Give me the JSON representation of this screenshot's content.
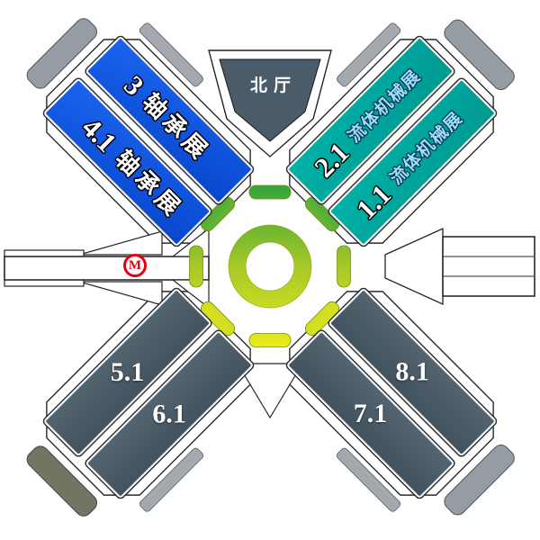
{
  "colors": {
    "bearing_hall_blue": "#0d55e2",
    "fluid_hall_teal": "#00a79d",
    "standard_hall_slate": "#48596a",
    "north_hall_slate": "#4a5c6a",
    "plaza_green": "#2da23c",
    "plaza_yellow": "#efef1b",
    "metro_red": "#e60013",
    "canopy_gray": "#a3a9af",
    "canopy_olive": "#717563"
  },
  "north_hall": {
    "label": "北厅"
  },
  "metro_station": {
    "label": "M"
  },
  "quadrants": {
    "northwest": {
      "halls": [
        {
          "number": "3",
          "name": "轴承展"
        },
        {
          "number": "4.1",
          "name": "轴承展"
        }
      ]
    },
    "northeast": {
      "halls": [
        {
          "number": "2.1",
          "name": "流体机械展"
        },
        {
          "number": "1.1",
          "name": "流体机械展"
        }
      ]
    },
    "southwest": {
      "halls": [
        {
          "number": "5.1"
        },
        {
          "number": "6.1"
        }
      ]
    },
    "southeast": {
      "halls": [
        {
          "number": "8.1"
        },
        {
          "number": "7.1"
        }
      ]
    }
  }
}
